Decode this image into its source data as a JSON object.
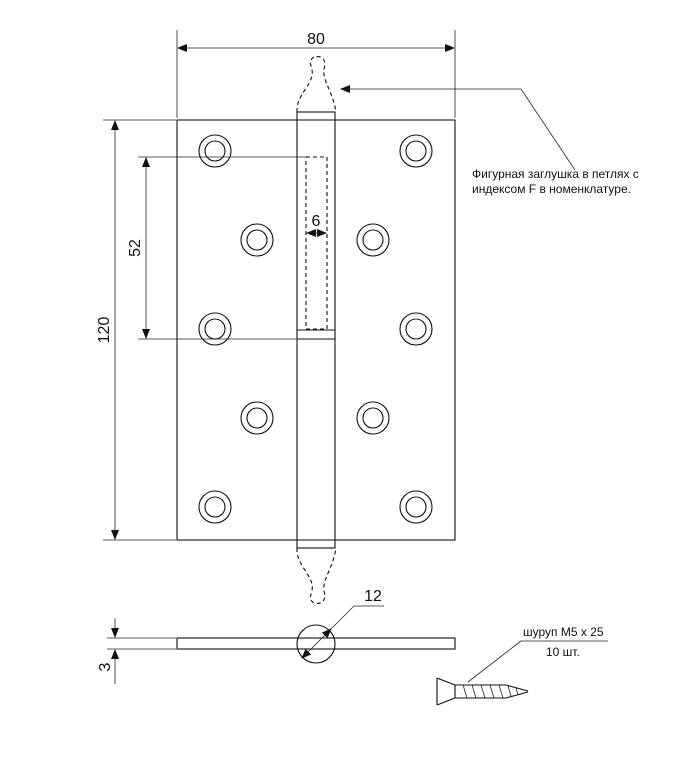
{
  "dimensions": {
    "width": "80",
    "height": "120",
    "hole_spacing": "52",
    "pin_width": "6",
    "knuckle_diameter": "12",
    "thickness": "3"
  },
  "notes": {
    "finial_line1": "Фигурная заглушка в петлях с",
    "finial_line2": "индексом F в номенклатуре.",
    "screw_line1": "шуруп М5 х 25",
    "screw_line2": "10 шт."
  }
}
